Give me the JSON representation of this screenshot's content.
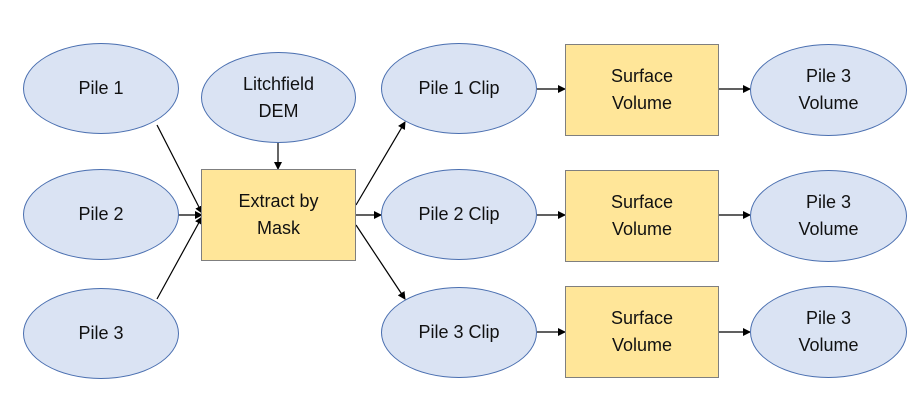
{
  "diagram": {
    "nodes": {
      "pile1": "Pile 1",
      "pile2": "Pile 2",
      "pile3": "Pile 3",
      "dem": "Litchfield\nDEM",
      "extract": "Extract by\nMask",
      "clip1": "Pile 1 Clip",
      "clip2": "Pile 2 Clip",
      "clip3": "Pile 3 Clip",
      "surface1": "Surface\nVolume",
      "surface2": "Surface\nVolume",
      "surface3": "Surface\nVolume",
      "volume1": "Pile 3\nVolume",
      "volume2": "Pile 3\nVolume",
      "volume3": "Pile 3\nVolume"
    },
    "colors": {
      "ellipse_fill": "#dae3f3",
      "ellipse_border": "#4a6fb0",
      "rect_fill": "#ffe699",
      "rect_border": "#7f7f7f",
      "arrow": "#000000"
    }
  }
}
